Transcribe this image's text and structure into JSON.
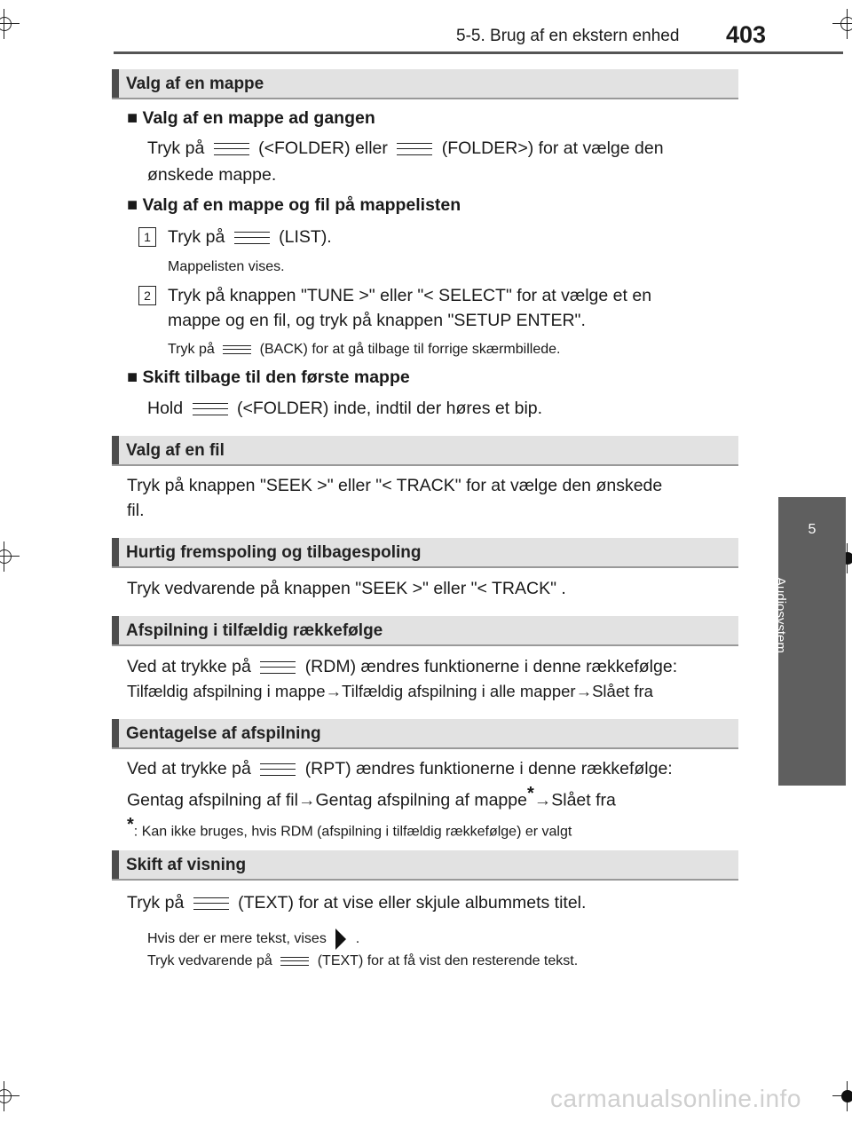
{
  "header": {
    "title": "5-5. Brug af en ekstern enhed",
    "page_number": "403"
  },
  "side_tab": {
    "number": "5",
    "label": "Audiosystem"
  },
  "sections": {
    "mappe": {
      "heading": "Valg af en mappe",
      "sub1": {
        "title": "Valg af en mappe ad gangen",
        "line1a": "Tryk på",
        "line1b": "(<FOLDER) eller",
        "line1c": "(FOLDER>) for at vælge den",
        "line2": "ønskede mappe."
      },
      "sub2": {
        "title": "Valg af en mappe og fil på mappelisten",
        "step1_num": "1",
        "step1a": "Tryk på",
        "step1b": "(LIST).",
        "step1_note": "Mappelisten vises.",
        "step2_num": "2",
        "step2_line1": "Tryk på knappen \"TUNE >\" eller \"< SELECT\" for at vælge et en",
        "step2_line2": "mappe og en fil, og tryk på knappen \"SETUP ENTER\".",
        "step2_note_a": "Tryk på",
        "step2_note_b": "(BACK) for at gå tilbage til forrige skærmbillede."
      },
      "sub3": {
        "title": "Skift tilbage til den første mappe",
        "line_a": "Hold",
        "line_b": "(<FOLDER) inde, indtil der høres et bip."
      }
    },
    "fil": {
      "heading": "Valg af en fil",
      "line1": "Tryk på knappen \"SEEK >\" eller \"< TRACK\" for at vælge den ønskede",
      "line2": "fil."
    },
    "spoling": {
      "heading": "Hurtig fremspoling og tilbagespoling",
      "line1": "Tryk vedvarende på knappen \"SEEK >\" eller \"< TRACK\" ."
    },
    "tilfaeldig": {
      "heading": "Afspilning i tilfældig rækkefølge",
      "line1a": "Ved at trykke på",
      "line1b": "(RDM) ændres funktionerne i denne rækkefølge:",
      "seq1": "Tilfældig afspilning i mappe",
      "seq2": "Tilfældig afspilning i alle mapper",
      "seq3": "Slået fra"
    },
    "gentagelse": {
      "heading": "Gentagelse af afspilning",
      "line1a": "Ved at trykke på",
      "line1b": "(RPT) ændres funktionerne i denne rækkefølge:",
      "seq1": "Gentag afspilning af fil",
      "seq2": "Gentag afspilning af mappe",
      "seq2_mark": "*",
      "seq3": "Slået fra",
      "footnote_mark": "*",
      "footnote": ": Kan ikke bruges, hvis RDM (afspilning i tilfældig rækkefølge) er valgt"
    },
    "visning": {
      "heading": "Skift af visning",
      "line1a": "Tryk på",
      "line1b": "(TEXT) for at vise eller skjule albummets titel.",
      "note1a": "Hvis der er mere tekst, vises",
      "note1b": ".",
      "note2a": "Tryk vedvarende på",
      "note2b": "(TEXT) for at få vist den resterende tekst."
    }
  },
  "symbols": {
    "bullet": "■",
    "arrow": "→"
  },
  "watermark": "carmanualsonline.info"
}
